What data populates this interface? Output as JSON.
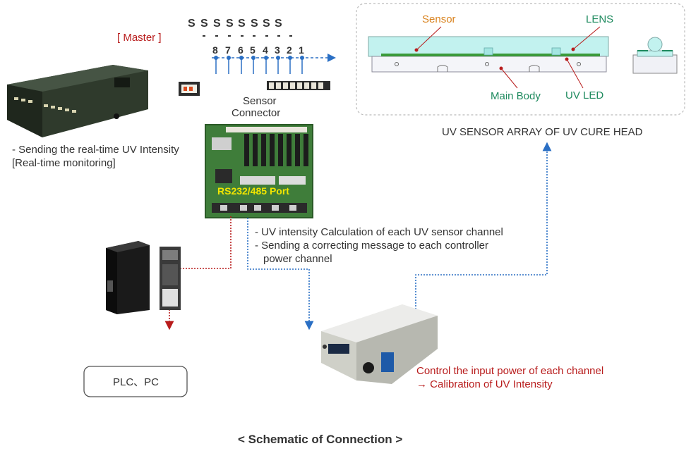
{
  "master_label": "[ Master ]",
  "channel_marks": [
    "S",
    "S",
    "S",
    "S",
    "S",
    "S",
    "S",
    "S"
  ],
  "channel_numbers": [
    "8",
    "7",
    "6",
    "5",
    "4",
    "3",
    "2",
    "1"
  ],
  "sensor_connector": [
    "Sensor",
    "Connector"
  ],
  "board_label": "RS232/485 Port",
  "master_desc": [
    "- Sending the real-time UV Intensity",
    "[Real-time monitoring]"
  ],
  "board_desc": [
    "- UV intensity Calculation of each UV sensor channel",
    "- Sending a correcting message to each controller",
    "power channel"
  ],
  "plc_label": "PLC、PC",
  "controller_desc": [
    "Control the input power of each channel",
    "→ Calibration of UV Intensity"
  ],
  "cure_head": {
    "sensor": "Sensor",
    "lens": "LENS",
    "main_body": "Main Body",
    "uv_led": "UV LED",
    "caption": "UV SENSOR ARRAY OF UV CURE HEAD"
  },
  "footer_title": "< Schematic of Connection >",
  "colors": {
    "red_line": "#b81c1c",
    "blue_line": "#2a6fc4",
    "green_text": "#1e8a5e",
    "orange_text": "#d9831f"
  }
}
